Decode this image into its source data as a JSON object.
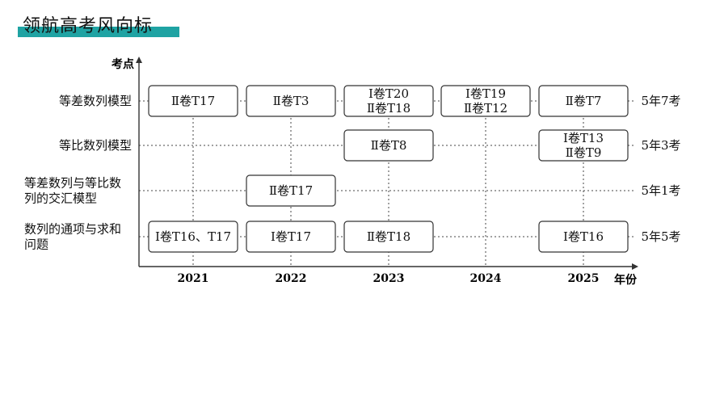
{
  "header": {
    "title": "领航高考风向标"
  },
  "axes": {
    "y_label": "考点",
    "x_label": "年份"
  },
  "years": [
    "2021",
    "2022",
    "2023",
    "2024",
    "2025"
  ],
  "rows": [
    {
      "label_lines": [
        "等差数列模型"
      ],
      "summary": "5年7考",
      "cells": [
        [
          "Ⅱ卷T17"
        ],
        [
          "Ⅱ卷T3"
        ],
        [
          "Ⅰ卷T20",
          "Ⅱ卷T18"
        ],
        [
          "Ⅰ卷T19",
          "Ⅱ卷T12"
        ],
        [
          "Ⅱ卷T7"
        ]
      ]
    },
    {
      "label_lines": [
        "等比数列模型"
      ],
      "summary": "5年3考",
      "cells": [
        null,
        null,
        [
          "Ⅱ卷T8"
        ],
        null,
        [
          "Ⅰ卷T13",
          "Ⅱ卷T9"
        ]
      ]
    },
    {
      "label_lines": [
        "等差数列与等比数",
        "列的交汇模型"
      ],
      "summary": "5年1考",
      "cells": [
        null,
        [
          "Ⅱ卷T17"
        ],
        null,
        null,
        null
      ]
    },
    {
      "label_lines": [
        "数列的通项与求和",
        "问题"
      ],
      "summary": "5年5考",
      "cells": [
        [
          "Ⅰ卷T16、T17"
        ],
        [
          "Ⅰ卷T17"
        ],
        [
          "Ⅱ卷T18"
        ],
        null,
        [
          "Ⅰ卷T16"
        ]
      ]
    }
  ]
}
